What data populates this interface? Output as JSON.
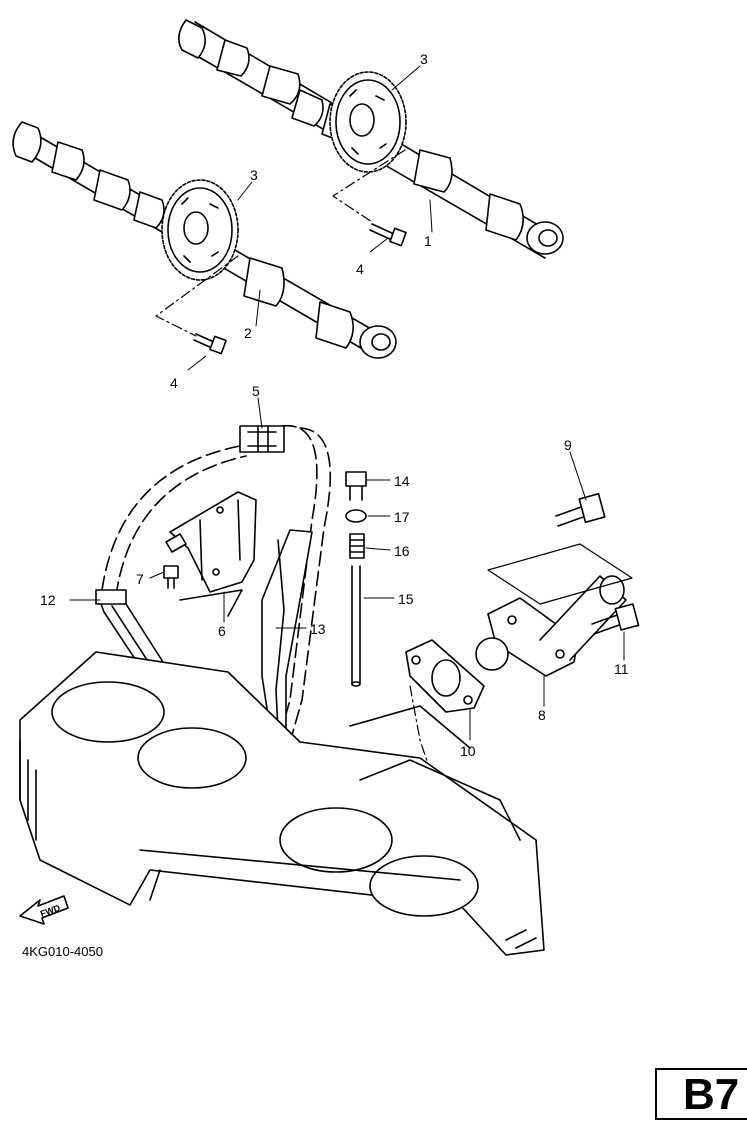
{
  "diagram_code": "4KG010-4050",
  "page_tab": "B7",
  "fwd_label": "FWD",
  "callouts": {
    "c1": "1",
    "c2": "2",
    "c3a": "3",
    "c3b": "3",
    "c4a": "4",
    "c4b": "4",
    "c5": "5",
    "c6": "6",
    "c7": "7",
    "c8": "8",
    "c9": "9",
    "c10": "10",
    "c11": "11",
    "c12": "12",
    "c13": "13",
    "c14": "14",
    "c15": "15",
    "c16": "16",
    "c17": "17"
  },
  "colors": {
    "ink": "#000000",
    "paper": "#ffffff"
  }
}
